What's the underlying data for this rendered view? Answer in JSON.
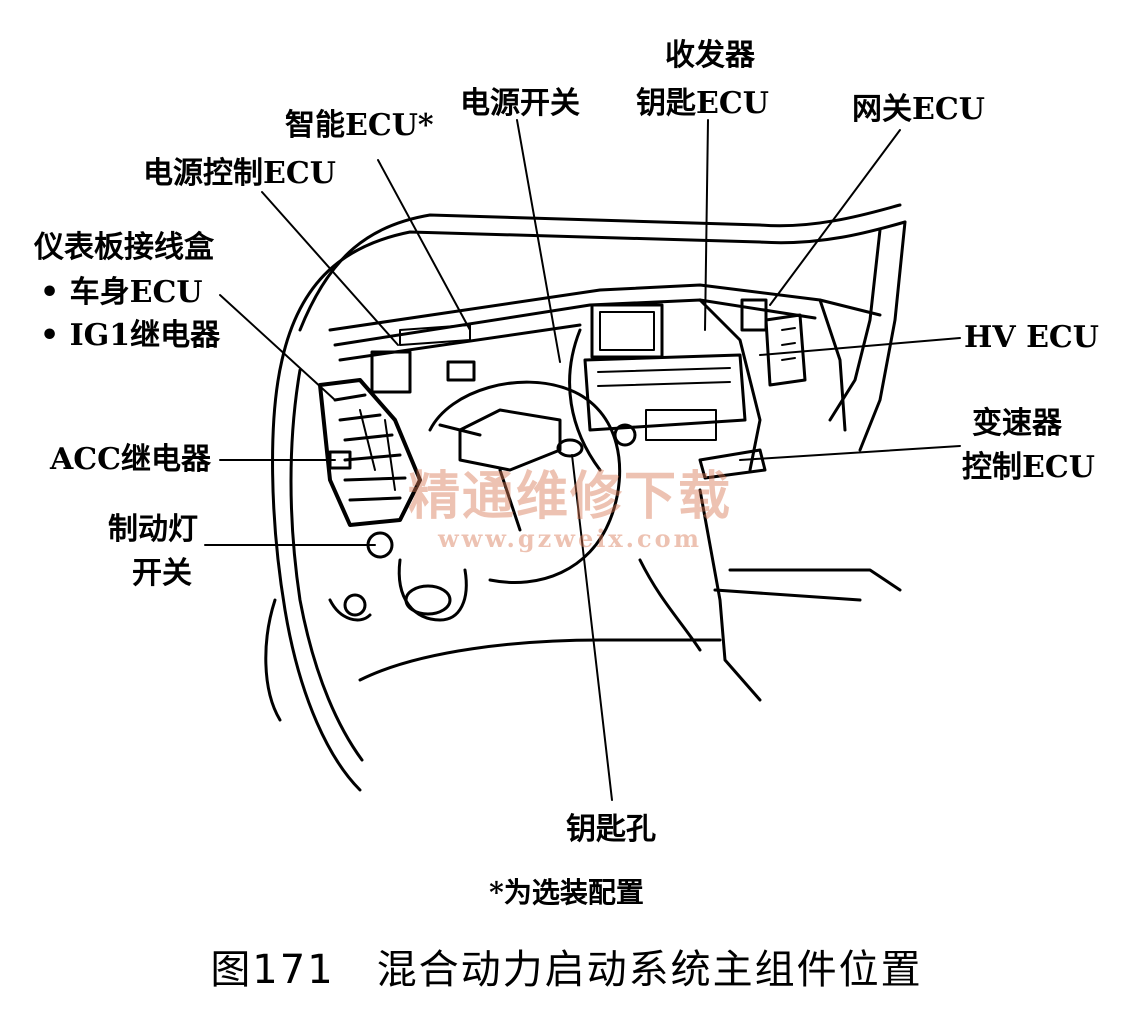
{
  "labels": {
    "smart_ecu": "智能ECU*",
    "power_switch": "电源开关",
    "transceiver_line1": "收发器",
    "transceiver_line2": "钥匙ECU",
    "gateway_ecu": "网关ECU",
    "power_control_ecu": "电源控制ECU",
    "junction_box_title": "仪表板接线盒",
    "body_ecu": "• 车身ECU",
    "ig1_relay": "• IG1继电器",
    "hv_ecu": "HV ECU",
    "acc_relay": "ACC继电器",
    "transmission_line1": "变速器",
    "transmission_line2": "控制ECU",
    "brake_switch_line1": "制动灯",
    "brake_switch_line2": "开关",
    "key_slot": "钥匙孔"
  },
  "watermark": {
    "text": "精通维修下载",
    "url": "www.gzweix.com"
  },
  "note": "*为选装配置",
  "caption": {
    "number": "图171",
    "title": "混合动力启动系统主组件位置"
  }
}
